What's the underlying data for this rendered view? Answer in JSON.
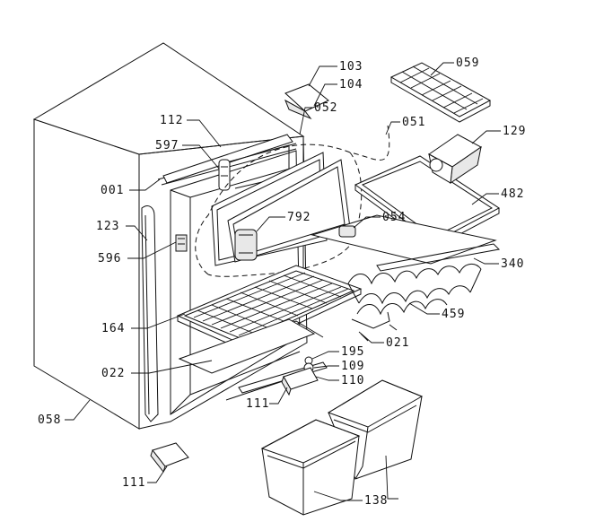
{
  "callouts": {
    "c103": "103",
    "c104": "104",
    "c059": "059",
    "c112": "112",
    "c052": "052",
    "c051": "051",
    "c597": "597",
    "c129": "129",
    "c001": "001",
    "c792": "792",
    "c482": "482",
    "c123": "123",
    "c054": "054",
    "c596": "596",
    "c340": "340",
    "c164": "164",
    "c459": "459",
    "c021": "021",
    "c195": "195",
    "c022": "022",
    "c109": "109",
    "c110": "110",
    "c111a": "111",
    "c058": "058",
    "c111b": "111",
    "c138": "138"
  }
}
